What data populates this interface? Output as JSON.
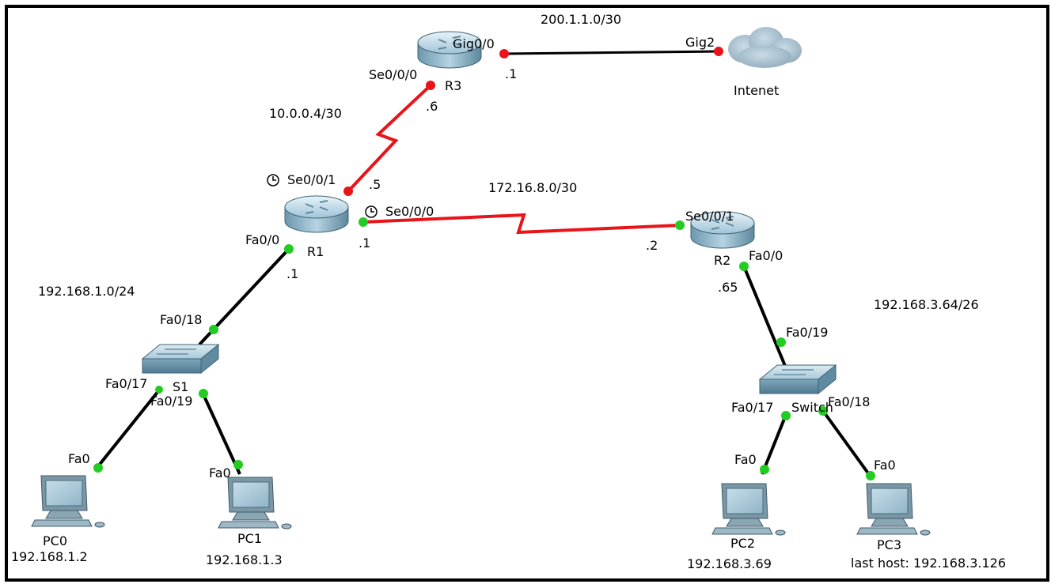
{
  "colors": {
    "serial_link": "#e8141a",
    "ethernet_link": "#000000",
    "port_up": "#22cc22",
    "port_down": "#e8141a"
  },
  "networks": {
    "r3_internet": "200.1.1.0/30",
    "r1_r3": "10.0.0.4/30",
    "r1_r2": "172.16.8.0/30",
    "lan1": "192.168.1.0/24",
    "lan3": "192.168.3.64/26"
  },
  "devices": {
    "r3": "R3",
    "r1": "R1",
    "r2": "R2",
    "s1": "S1",
    "switch2": "Switch",
    "internet": "Intenet",
    "pc0": "PC0",
    "pc1": "PC1",
    "pc2": "PC2",
    "pc3": "PC3"
  },
  "ports": {
    "r3_gig": "Gig0/0",
    "r3_se": "Se0/0/0",
    "internet_gig": "Gig2",
    "r1_se01": "Se0/0/1",
    "r1_se00": "Se0/0/0",
    "r1_fa": "Fa0/0",
    "r2_se": "Se0/0/1",
    "r2_fa": "Fa0/0",
    "s1_fa18": "Fa0/18",
    "s1_fa17": "Fa0/17",
    "s1_fa19": "Fa0/19",
    "sw2_fa19": "Fa0/19",
    "sw2_fa17": "Fa0/17",
    "sw2_fa18": "Fa0/18",
    "pc0_fa": "Fa0",
    "pc1_fa": "Fa0",
    "pc2_fa": "Fa0",
    "pc3_fa": "Fa0"
  },
  "hosts": {
    "r3_gig": ".1",
    "r3_se": ".6",
    "r1_se01": ".5",
    "r1_se00": ".1",
    "r1_fa": ".1",
    "r2_se": ".2",
    "r2_fa": ".65"
  },
  "ips": {
    "pc0": "192.168.1.2",
    "pc1": "192.168.1.3",
    "pc2": "192.168.3.69",
    "pc3": "last host: 192.168.3.126"
  }
}
